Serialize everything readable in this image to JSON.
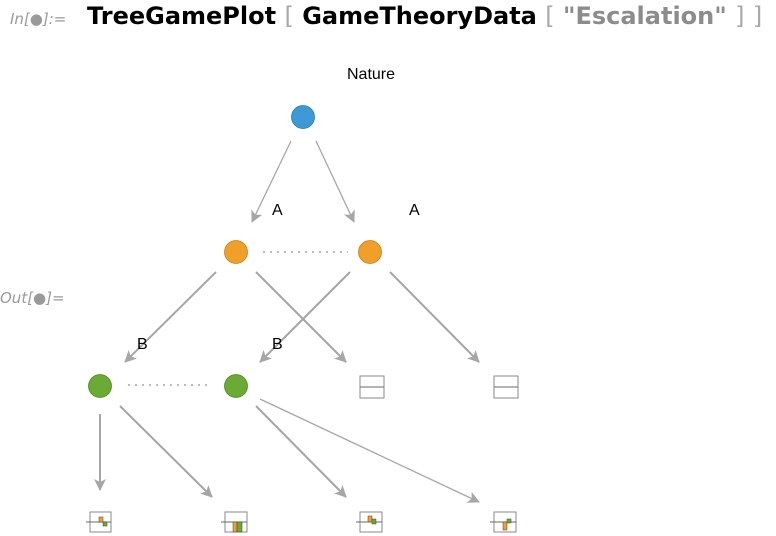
{
  "input_label": "In[●]:=",
  "output_label": "Out[●]=",
  "code": {
    "function": "TreeGamePlot",
    "open1": "[",
    "inner": "GameTheoryData",
    "open2": "[",
    "argument": "\"Escalation\"",
    "close2": "]",
    "close1": "]"
  },
  "tree": {
    "root_label": "Nature",
    "edge_labels": [
      "A",
      "A",
      "B",
      "B"
    ],
    "colors": {
      "nature": "#3d9ad6",
      "player1": "#f0a02a",
      "player2": "#6aaa35",
      "edge": "#a6a6a6",
      "payoff_orange": "#f0a02a",
      "payoff_green": "#6aaa35"
    }
  }
}
